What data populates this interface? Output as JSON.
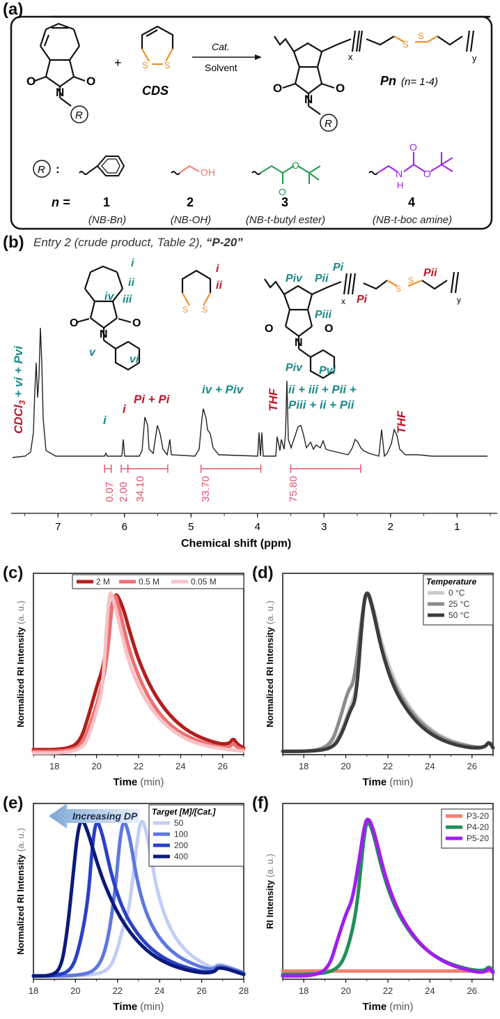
{
  "panel_labels": {
    "a": "(a)",
    "b": "(b)",
    "c": "(c)",
    "d": "(d)",
    "e": "(e)",
    "f": "(f)"
  },
  "scheme": {
    "monomer_label": "CDS",
    "plus": "+",
    "arrow_top": "Cat.",
    "arrow_bottom": "Solvent",
    "polymer_label": "Pn",
    "polymer_range": "(n= 1-4)",
    "subscript_x": "x",
    "subscript_y": "y",
    "r_symbol": "R",
    "r_colon": ":",
    "n_label": "n =",
    "r_groups": [
      {
        "num": "1",
        "name": "(NB-Bn)",
        "color": "#111111"
      },
      {
        "num": "2",
        "name": "(NB-OH)",
        "color": "#f07a6e"
      },
      {
        "num": "3",
        "name": "(NB-t-butyl ester)",
        "color": "#1f9a4a"
      },
      {
        "num": "4",
        "name": "(NB-t-boc amine)",
        "color": "#a020f0"
      }
    ],
    "oh": "OH",
    "nh": "N",
    "h": "H",
    "o": "O",
    "n_atom": "N",
    "s_atom": "S"
  },
  "nmr": {
    "header": "Entry 2 (crude product, Table 2), ",
    "header_bold": "“P-20”",
    "x_label": "Chemical shift (ppm)",
    "x_ticks": [
      "7",
      "6",
      "5",
      "4",
      "3",
      "2",
      "1"
    ],
    "assignments": {
      "cdcl3": "CDCl",
      "cdcl3_sub": "3",
      "plus_vi": "+ vi + Pvi",
      "i_green": "i",
      "i_red": "i",
      "pi_pair": "Pi + Pi",
      "iv_piv": "iv + Piv",
      "thf": "THF",
      "line1": "ii + iii + Pii +",
      "line2": "Piii + ii + Pii"
    },
    "integrals": [
      "0.07",
      "2.00",
      "34.10",
      "33.70",
      "75.80"
    ],
    "monomer_labels": [
      "i",
      "ii",
      "iii",
      "iv",
      "v",
      "vi"
    ],
    "cds_labels": [
      "i",
      "ii"
    ],
    "polymer_labels": [
      "Piv",
      "Pii",
      "Pi",
      "Pii",
      "Piii",
      "Pi",
      "Piv",
      "Pvi"
    ],
    "colors": {
      "teal": "#1a8a8a",
      "red": "#c0162a",
      "integral": "#e0506a"
    }
  },
  "chart_data": [
    {
      "id": "c",
      "type": "line",
      "xlabel": "Time",
      "xlabel_unit": "(min)",
      "ylabel": "Normalized RI Intensity",
      "ylabel_unit": "(a. u.)",
      "xlim": [
        17,
        27
      ],
      "xticks": [
        18,
        20,
        22,
        24,
        26
      ],
      "legend_title": "",
      "legend_placement": "top-right",
      "legend_horizontal": true,
      "series": [
        {
          "name": "2 M",
          "color": "#b21e1e",
          "width": 5,
          "x": [
            17,
            18.5,
            19.2,
            19.6,
            20.0,
            20.4,
            20.8,
            21.2,
            21.6,
            22.0,
            22.6,
            23.4,
            24.4,
            25.6,
            26.3,
            26.5,
            26.7,
            27
          ],
          "y": [
            0.03,
            0.03,
            0.07,
            0.22,
            0.4,
            0.55,
            0.98,
            0.9,
            0.72,
            0.56,
            0.39,
            0.24,
            0.13,
            0.07,
            0.06,
            0.1,
            0.06,
            0.04
          ]
        },
        {
          "name": "0.5 M",
          "color": "#ee7070",
          "width": 5,
          "x": [
            17,
            18.5,
            19.3,
            19.7,
            20.1,
            20.5,
            20.8,
            21.1,
            21.5,
            22.0,
            22.6,
            23.4,
            24.4,
            25.6,
            26.3,
            26.5,
            26.7,
            27
          ],
          "y": [
            0.02,
            0.02,
            0.05,
            0.18,
            0.33,
            0.55,
            0.99,
            0.86,
            0.64,
            0.46,
            0.31,
            0.18,
            0.1,
            0.05,
            0.04,
            0.07,
            0.04,
            0.03
          ]
        },
        {
          "name": "0.05 M",
          "color": "#f7c2c6",
          "width": 5,
          "x": [
            17,
            18.5,
            19.4,
            19.8,
            20.1,
            20.3,
            20.6,
            20.8,
            21.1,
            21.5,
            22.0,
            22.6,
            23.4,
            24.4,
            25.6,
            27
          ],
          "y": [
            0.01,
            0.01,
            0.04,
            0.17,
            0.3,
            0.4,
            0.99,
            0.92,
            0.77,
            0.56,
            0.4,
            0.27,
            0.16,
            0.08,
            0.04,
            0.02
          ]
        }
      ]
    },
    {
      "id": "d",
      "type": "line",
      "xlabel": "Time",
      "xlabel_unit": "(min)",
      "ylabel": "Normalized RI Intensity",
      "ylabel_unit": "(a. u.)",
      "xlim": [
        17,
        27
      ],
      "xticks": [
        18,
        20,
        22,
        24,
        26
      ],
      "legend_title": "Temperature",
      "legend_placement": "top-right",
      "legend_horizontal": false,
      "series": [
        {
          "name": "0 °C",
          "color": "#c8c8c8",
          "width": 5,
          "x": [
            17,
            18.5,
            19.4,
            19.8,
            20.2,
            20.5,
            20.8,
            21.0,
            21.3,
            21.7,
            22.2,
            22.8,
            23.6,
            24.6,
            25.8,
            26.6,
            26.8,
            27
          ],
          "y": [
            0.02,
            0.02,
            0.05,
            0.14,
            0.28,
            0.38,
            0.86,
            0.99,
            0.88,
            0.66,
            0.47,
            0.32,
            0.19,
            0.1,
            0.05,
            0.04,
            0.08,
            0.04
          ]
        },
        {
          "name": "25 °C",
          "color": "#8c8c8c",
          "width": 5,
          "x": [
            17,
            18.5,
            19.3,
            19.7,
            20.1,
            20.4,
            20.8,
            21.0,
            21.3,
            21.7,
            22.2,
            22.8,
            23.6,
            24.6,
            25.8,
            26.6,
            26.8,
            27
          ],
          "y": [
            0.02,
            0.02,
            0.06,
            0.2,
            0.38,
            0.43,
            0.86,
            0.99,
            0.85,
            0.62,
            0.44,
            0.3,
            0.18,
            0.09,
            0.05,
            0.04,
            0.08,
            0.04
          ]
        },
        {
          "name": "50 °C",
          "color": "#3c3c3c",
          "width": 5,
          "x": [
            17,
            18.5,
            19.4,
            19.8,
            20.2,
            20.5,
            20.8,
            21.0,
            21.3,
            21.7,
            22.2,
            22.8,
            23.6,
            24.6,
            25.8,
            26.6,
            26.8,
            27
          ],
          "y": [
            0.02,
            0.02,
            0.04,
            0.12,
            0.26,
            0.33,
            0.85,
            0.99,
            0.86,
            0.62,
            0.42,
            0.28,
            0.16,
            0.08,
            0.04,
            0.04,
            0.08,
            0.04
          ]
        }
      ]
    },
    {
      "id": "e",
      "type": "line",
      "xlabel": "Time",
      "xlabel_unit": "(min)",
      "ylabel": "Normalized RI Intensity",
      "ylabel_unit": "(a. u.)",
      "xlim": [
        18,
        28
      ],
      "xticks": [
        18,
        20,
        22,
        24,
        26,
        28
      ],
      "legend_title": "Target [M]/[Cat.]",
      "legend_placement": "top-right",
      "legend_horizontal": false,
      "annotation": "Increasing DP",
      "series": [
        {
          "name": "50",
          "color": "#c4cdf5",
          "width": 5,
          "x": [
            18,
            20.5,
            21.6,
            22.0,
            22.3,
            22.5,
            22.7,
            23.0,
            23.2,
            23.5,
            23.9,
            24.5,
            25.3,
            26.3,
            26.6,
            26.8,
            28
          ],
          "y": [
            0.02,
            0.02,
            0.05,
            0.18,
            0.34,
            0.4,
            0.58,
            0.92,
            0.99,
            0.82,
            0.52,
            0.3,
            0.16,
            0.08,
            0.07,
            0.1,
            0.04
          ]
        },
        {
          "name": "100",
          "color": "#5d78e0",
          "width": 5,
          "x": [
            18,
            20.0,
            21.0,
            21.5,
            21.9,
            22.1,
            22.3,
            22.6,
            22.9,
            23.3,
            23.9,
            24.8,
            26.0,
            26.6,
            26.8,
            28
          ],
          "y": [
            0.02,
            0.02,
            0.05,
            0.2,
            0.55,
            0.85,
            0.99,
            0.86,
            0.62,
            0.42,
            0.26,
            0.14,
            0.07,
            0.06,
            0.09,
            0.04
          ]
        },
        {
          "name": "200",
          "color": "#2a40c8",
          "width": 5,
          "x": [
            18,
            19.0,
            19.8,
            20.2,
            20.6,
            20.8,
            21.0,
            21.3,
            21.7,
            22.2,
            22.8,
            23.6,
            24.6,
            25.8,
            26.6,
            26.8,
            28
          ],
          "y": [
            0.02,
            0.02,
            0.05,
            0.2,
            0.48,
            0.82,
            0.99,
            0.88,
            0.64,
            0.44,
            0.3,
            0.18,
            0.1,
            0.05,
            0.04,
            0.08,
            0.03
          ]
        },
        {
          "name": "400",
          "color": "#0c1a78",
          "width": 5,
          "x": [
            18,
            18.8,
            19.3,
            19.6,
            19.9,
            20.1,
            20.3,
            20.6,
            21.0,
            21.5,
            22.1,
            22.8,
            23.6,
            24.6,
            25.8,
            26.6,
            26.8,
            28
          ],
          "y": [
            0.02,
            0.02,
            0.06,
            0.28,
            0.66,
            0.9,
            0.99,
            0.9,
            0.72,
            0.54,
            0.38,
            0.25,
            0.15,
            0.08,
            0.04,
            0.04,
            0.08,
            0.03
          ]
        }
      ]
    },
    {
      "id": "f",
      "type": "line",
      "xlabel": "Time",
      "xlabel_unit": "(min)",
      "ylabel": "RI Intensity",
      "ylabel_unit": "(a. u.)",
      "xlim": [
        17,
        27
      ],
      "xticks": [
        18,
        20,
        22,
        24,
        26
      ],
      "legend_title": "",
      "legend_placement": "top-right",
      "legend_horizontal": false,
      "series": [
        {
          "name": "P3-20",
          "color": "#f08070",
          "width": 5,
          "x": [
            17,
            20,
            24,
            26.5,
            27
          ],
          "y": [
            0.05,
            0.05,
            0.05,
            0.05,
            0.05
          ]
        },
        {
          "name": "P4-20",
          "color": "#1f8f5a",
          "width": 5,
          "x": [
            17,
            18.5,
            19.5,
            20.0,
            20.5,
            20.8,
            21.0,
            21.3,
            21.7,
            22.2,
            22.8,
            23.6,
            24.6,
            25.8,
            26.6,
            26.8,
            27
          ],
          "y": [
            0.03,
            0.03,
            0.05,
            0.14,
            0.4,
            0.8,
            0.99,
            0.9,
            0.68,
            0.48,
            0.33,
            0.2,
            0.11,
            0.06,
            0.05,
            0.08,
            0.05
          ]
        },
        {
          "name": "P5-20",
          "color": "#a01ef0",
          "width": 5,
          "x": [
            17,
            18.5,
            19.2,
            19.6,
            20.0,
            20.3,
            20.6,
            20.9,
            21.1,
            21.4,
            21.8,
            22.3,
            22.9,
            23.7,
            24.7,
            25.9,
            26.6,
            26.8,
            27
          ],
          "y": [
            0.02,
            0.02,
            0.07,
            0.24,
            0.4,
            0.48,
            0.7,
            0.96,
            0.99,
            0.88,
            0.66,
            0.47,
            0.32,
            0.19,
            0.1,
            0.05,
            0.04,
            0.07,
            0.04
          ]
        }
      ]
    }
  ]
}
